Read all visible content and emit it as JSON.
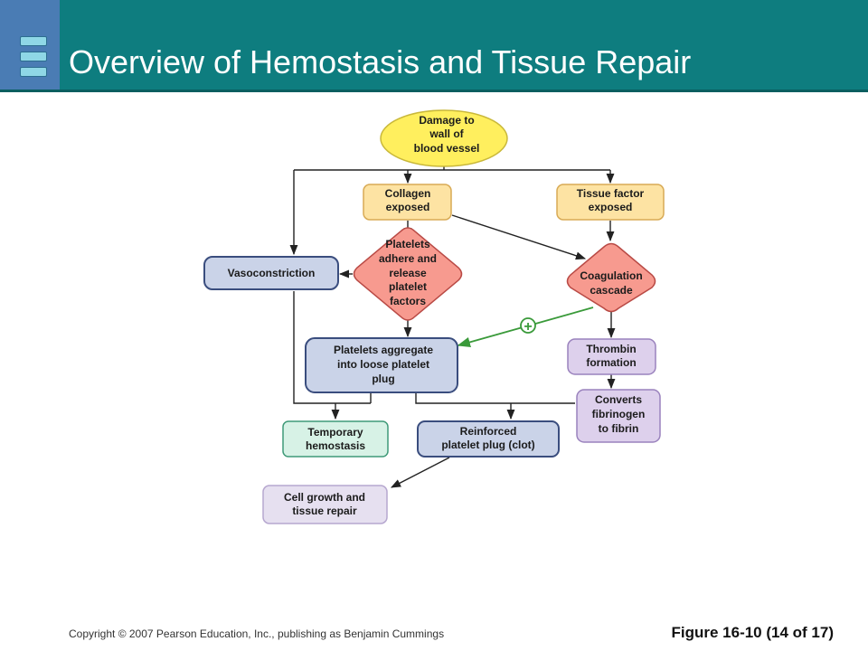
{
  "header": {
    "title": "Overview of Hemostasis and Tissue Repair"
  },
  "nodes": {
    "damage": [
      "Damage to",
      "wall of",
      "blood vessel"
    ],
    "collagen": [
      "Collagen",
      "exposed"
    ],
    "tissue_factor": [
      "Tissue factor",
      "exposed"
    ],
    "vasoconstriction": [
      "Vasoconstriction"
    ],
    "platelets_adhere": [
      "Platelets",
      "adhere and",
      "release",
      "platelet",
      "factors"
    ],
    "coagulation": [
      "Coagulation",
      "cascade"
    ],
    "platelets_aggregate": [
      "Platelets aggregate",
      "into loose platelet",
      "plug"
    ],
    "thrombin": [
      "Thrombin",
      "formation"
    ],
    "converts": [
      "Converts",
      "fibrinogen",
      "to fibrin"
    ],
    "temporary": [
      "Temporary",
      "hemostasis"
    ],
    "reinforced": [
      "Reinforced",
      "platelet plug (clot)"
    ],
    "cell_growth": [
      "Cell growth and",
      "tissue repair"
    ]
  },
  "positive_feedback_symbol": "+",
  "colors": {
    "header_band": "#0e7d7f",
    "yellow_fill": "#ffef5e",
    "orange_fill": "#fde3a3",
    "red_fill": "#f79a8f",
    "blue_fill": "#cad3e8",
    "purple_fill": "#ddd0ec",
    "green_fill": "#d7f2e6",
    "feedback_green": "#3a9a3a"
  },
  "footer": {
    "copyright": "Copyright © 2007 Pearson Education, Inc., publishing as Benjamin Cummings",
    "figure_label": "Figure 16-10 (14 of 17)"
  }
}
